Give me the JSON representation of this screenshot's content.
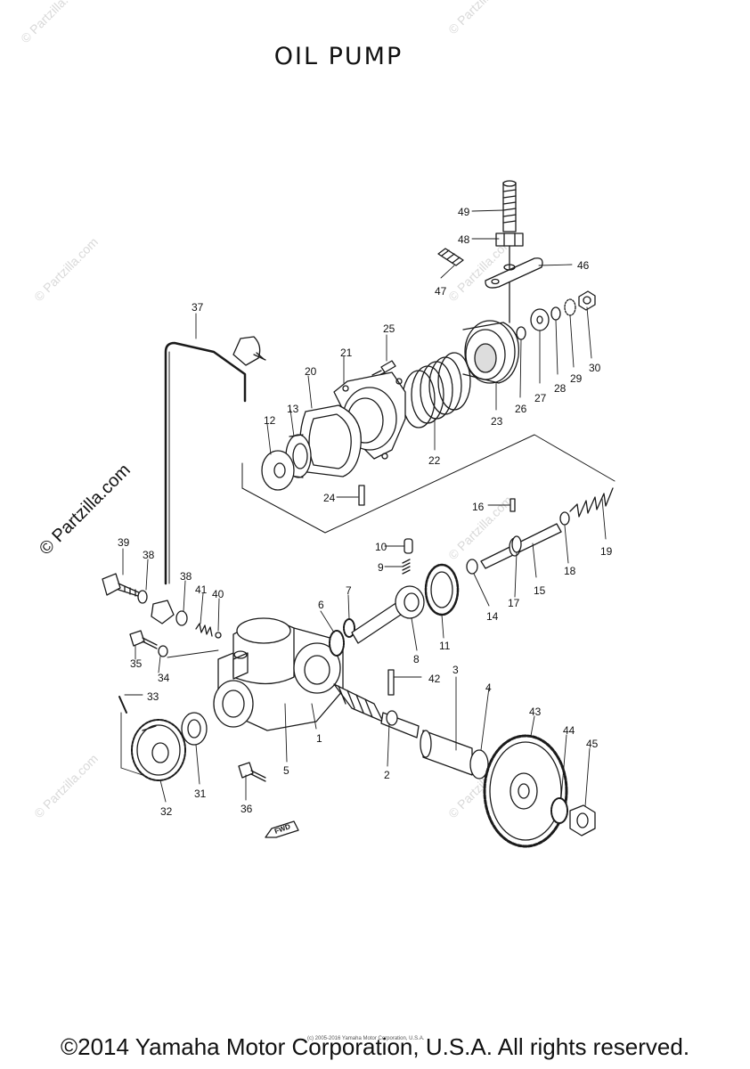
{
  "title": "OIL  PUMP",
  "watermark_main": "© Partzilla.com",
  "watermark_faint": "© Partzilla.com",
  "copyright": "©2014 Yamaha Motor Corporation, U.S.A. All rights reserved.",
  "copyright_small": "(c) 2005-2016 Yamaha Motor Corporation, U.S.A.",
  "fwd_label": "FWD",
  "part_numbers": [
    "1",
    "2",
    "3",
    "4",
    "5",
    "6",
    "7",
    "8",
    "9",
    "10",
    "11",
    "12",
    "13",
    "14",
    "15",
    "16",
    "17",
    "18",
    "19",
    "20",
    "21",
    "22",
    "23",
    "24",
    "25",
    "26",
    "27",
    "28",
    "29",
    "30",
    "31",
    "32",
    "33",
    "34",
    "35",
    "36",
    "37",
    "38",
    "38",
    "39",
    "40",
    "41",
    "42",
    "43",
    "44",
    "45",
    "46",
    "47",
    "48",
    "49"
  ],
  "colors": {
    "line": "#1a1a1a",
    "watermark": "#d9d9d9",
    "background": "#ffffff"
  }
}
